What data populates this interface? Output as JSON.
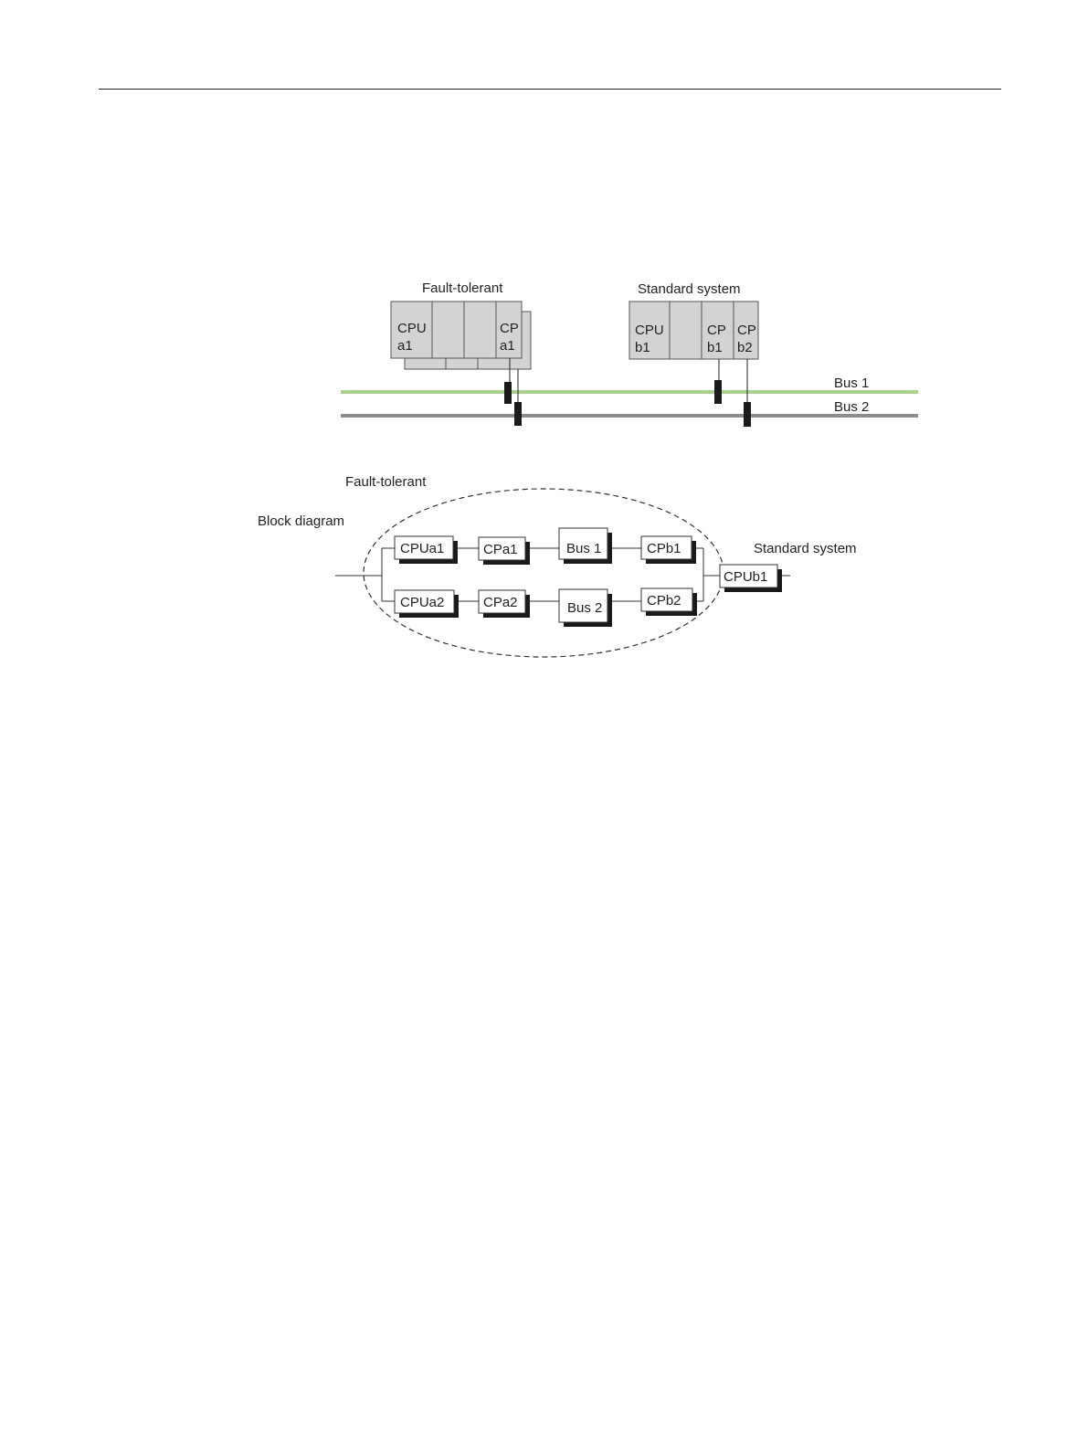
{
  "hardware_view": {
    "fault_tolerant_title": "Fault-tolerant",
    "standard_title": "Standard system",
    "ft_rack": {
      "cpu_line1": "CPU",
      "cpu_line2": "a1",
      "cp_line1": "CP",
      "cp_line2": "a1"
    },
    "std_rack": {
      "cpu_line1": "CPU",
      "cpu_line2": "b1",
      "cp1_line1": "CP",
      "cp1_line2": "b1",
      "cp2_line1": "CP",
      "cp2_line2": "b2"
    },
    "bus1_label": "Bus 1",
    "bus2_label": "Bus 2",
    "colors": {
      "bus1": "#a8d08d",
      "bus2": "#8c8c8c",
      "module_fill": "#d3d3d3",
      "connector": "#1a1a1a"
    }
  },
  "block_diagram": {
    "title": "Block diagram",
    "fault_tolerant_label": "Fault-tolerant",
    "standard_label": "Standard system",
    "row1": [
      "CPUa1",
      "CPa1",
      "Bus 1",
      "CPb1"
    ],
    "row2": [
      "CPUa2",
      "CPa2",
      "Bus 2",
      "CPb2"
    ],
    "output_block": "CPUb1"
  }
}
